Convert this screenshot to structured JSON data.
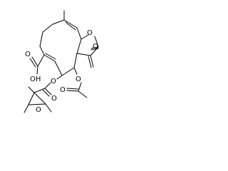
{
  "structure": {
    "atoms": {
      "ring_oxygen": "O",
      "lactone_carbonyl_oxygen": "O",
      "carboxylic_acid": "OH",
      "carboxylic_carbonyl_oxygen": "O",
      "acetate_ester_oxygen": "O",
      "acetate_carbonyl_oxygen": "O",
      "ester_oxygen": "O",
      "ester_carbonyl_oxygen": "O",
      "epoxide_oxygen": "O"
    }
  },
  "colors": {
    "bond": "#000000",
    "label": "#000000",
    "background": "#ffffff"
  }
}
